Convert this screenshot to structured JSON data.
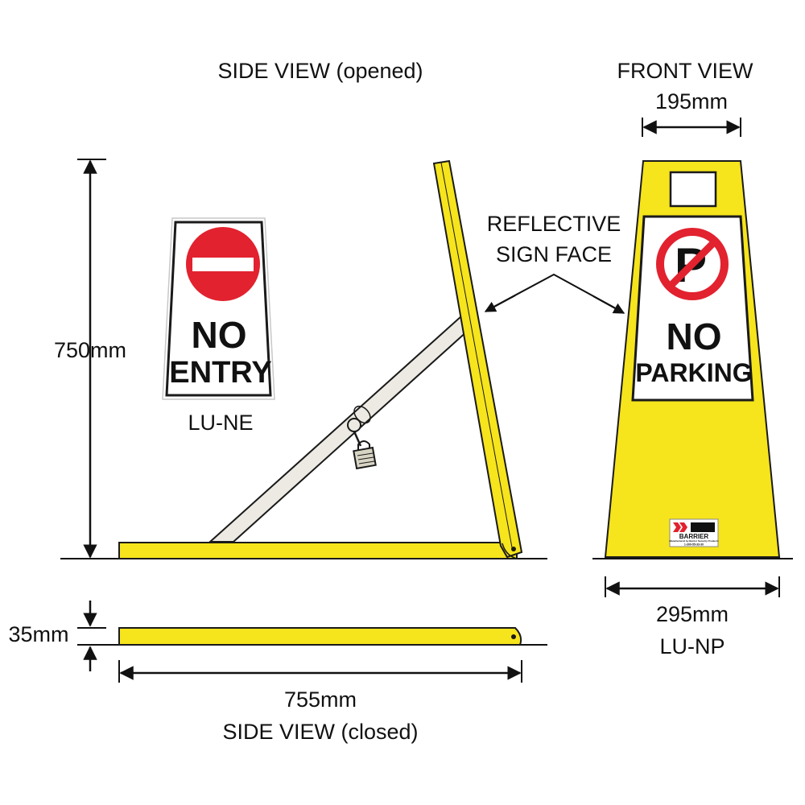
{
  "labels": {
    "side_view_opened": "SIDE VIEW (opened)",
    "front_view": "FRONT VIEW",
    "front_width": "195mm",
    "height": "750mm",
    "reflective_line1": "REFLECTIVE",
    "reflective_line2": "SIGN FACE",
    "thickness": "35mm",
    "length": "755mm",
    "side_view_closed": "SIDE VIEW (closed)",
    "base_width": "295mm",
    "model_front": "LU-NP",
    "model_side": "LU-NE"
  },
  "sign_no_entry": {
    "line1": "NO",
    "line2": "ENTRY"
  },
  "sign_no_parking": {
    "line1": "NO",
    "line2": "PARKING",
    "letter": "P"
  },
  "logo": {
    "brand": "BARRIER",
    "tagline": "Manufactured by Barrier Security Products",
    "phone": "1-300-55-33-30"
  },
  "colors": {
    "yellow": "#f6e41c",
    "outline": "#1a1a1a",
    "red": "#e2222f",
    "strut": "#eceae2"
  }
}
